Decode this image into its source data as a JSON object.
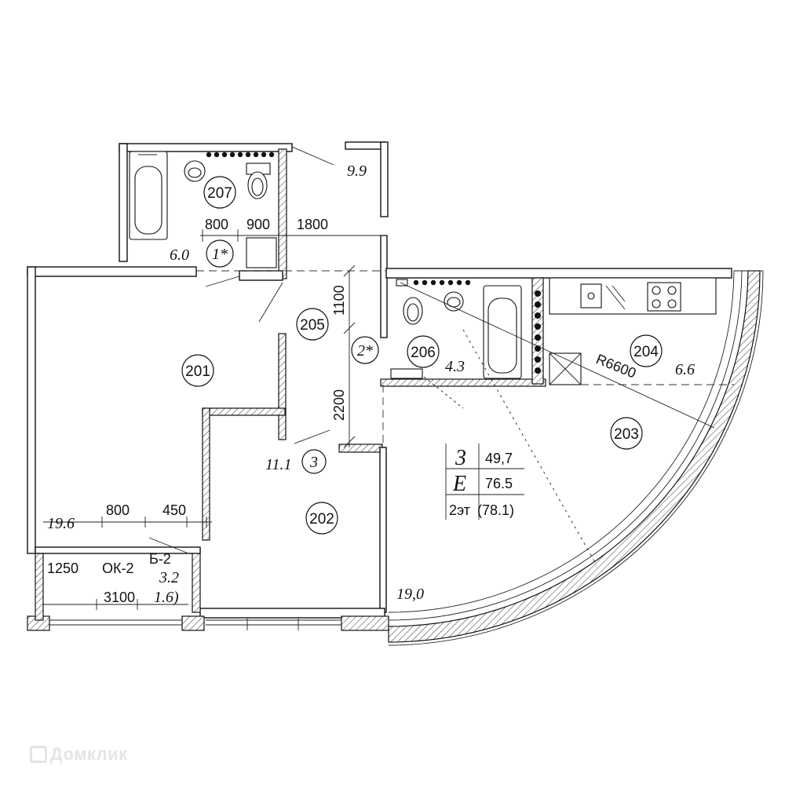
{
  "rooms": [
    {
      "id": "201",
      "area": "19.6"
    },
    {
      "id": "202",
      "area": "11.1"
    },
    {
      "id": "203",
      "area": "19,0"
    },
    {
      "id": "204",
      "area": "6.6"
    },
    {
      "id": "205",
      "area": ""
    },
    {
      "id": "206",
      "area": "4.3"
    },
    {
      "id": "207",
      "area": "9.9"
    }
  ],
  "markers": {
    "corridor_1": "1*",
    "corridor_2": "2*",
    "corridor_3": "3",
    "corridor_1_area": "6.0"
  },
  "balcony": {
    "window_label": "ОК-2",
    "door_label": "Б-2",
    "area": "3.2",
    "reduced_area": "1.6)"
  },
  "dimensions": {
    "d800_top": "800",
    "d900": "900",
    "d1800": "1800",
    "d1100": "1100",
    "d2200": "2200",
    "d800_bottom": "800",
    "d450": "450",
    "d1250": "1250",
    "d3100": "3100",
    "radius": "R6600"
  },
  "summary": {
    "rooms_count": "3",
    "living_area": "49,7",
    "section": "Е",
    "total_area": "76.5",
    "floor": "2эт",
    "total_with_balcony": "(78.1)"
  },
  "watermark": "Домклик"
}
